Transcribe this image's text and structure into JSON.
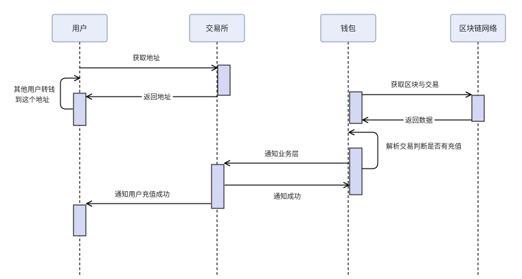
{
  "colors": {
    "participant_fill": "#e8edf9",
    "participant_stroke": "#7f8fa8",
    "activation_fill": "#d4d8f5",
    "activation_stroke": "#222222",
    "line": "#000000",
    "lifeline": "#222222",
    "background": "#ffffff"
  },
  "participants": [
    {
      "id": "user",
      "label": "用户"
    },
    {
      "id": "exchange",
      "label": "交易所"
    },
    {
      "id": "wallet",
      "label": "钱包"
    },
    {
      "id": "chain",
      "label": "区块链网络"
    }
  ],
  "messages": [
    {
      "from": "user",
      "to": "exchange",
      "label": "获取地址"
    },
    {
      "from": "exchange",
      "to": "user",
      "label": "返回地址"
    },
    {
      "from": "wallet",
      "to": "chain",
      "label": "获取区块与交易"
    },
    {
      "from": "chain",
      "to": "wallet",
      "label": "返回数据"
    },
    {
      "from": "wallet",
      "to": "exchange",
      "label": "通知业务层"
    },
    {
      "from": "exchange",
      "to": "wallet",
      "label": "通知成功"
    },
    {
      "from": "exchange",
      "to": "user",
      "label": "通知用户充值成功"
    }
  ],
  "self_messages": [
    {
      "on": "user",
      "label_lines": [
        "其他用户转钱",
        "到这个地址"
      ]
    },
    {
      "on": "wallet",
      "label_lines": [
        "解析交易判断是否有充值"
      ]
    }
  ]
}
